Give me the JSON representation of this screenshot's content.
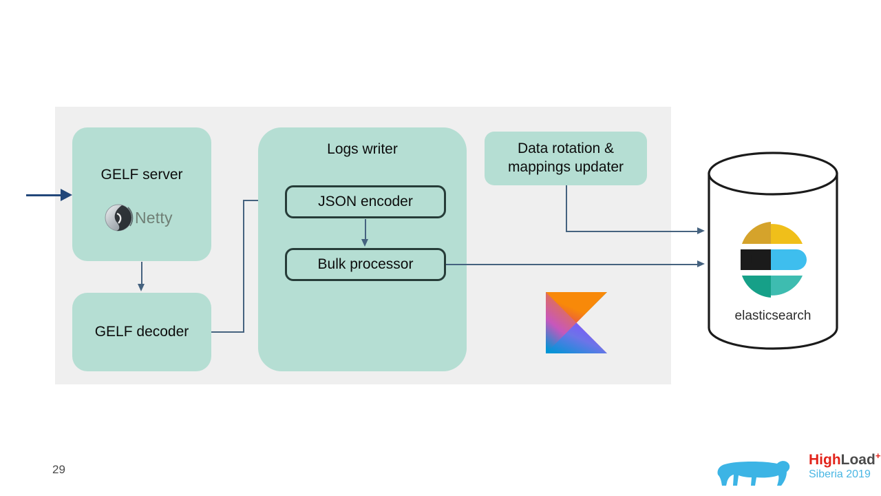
{
  "slide": {
    "page_number": "29",
    "background_color": "#ffffff"
  },
  "colors": {
    "panel_background": "#efefef",
    "node_fill": "#b5ded3",
    "node_border": "#263c38",
    "connector": "#45627f",
    "input_arrow": "#22477a"
  },
  "diagram": {
    "panel_label": "pipeline-container",
    "nodes": {
      "gelf_server": {
        "label": "GELF server",
        "logo_label": "Netty"
      },
      "gelf_decoder": {
        "label": "GELF decoder"
      },
      "logs_writer": {
        "label": "Logs writer",
        "children": {
          "json_encoder": {
            "label": "JSON encoder"
          },
          "bulk_processor": {
            "label": "Bulk processor"
          }
        }
      },
      "data_rotation": {
        "line1": "Data rotation &",
        "line2": "mappings updater"
      },
      "elasticsearch": {
        "label": "elasticsearch"
      },
      "kotlin": {
        "label": "Kotlin"
      }
    },
    "edges": [
      {
        "from": "external-input",
        "to": "gelf_server"
      },
      {
        "from": "gelf_server",
        "to": "gelf_decoder"
      },
      {
        "from": "gelf_decoder",
        "to": "json_encoder"
      },
      {
        "from": "json_encoder",
        "to": "bulk_processor"
      },
      {
        "from": "bulk_processor",
        "to": "elasticsearch"
      },
      {
        "from": "data_rotation",
        "to": "elasticsearch"
      }
    ]
  },
  "footer": {
    "brand_high": "High",
    "brand_load": "Load",
    "brand_plus": "++",
    "brand_sub": "Siberia 2019",
    "mascot": "polar-bear"
  }
}
